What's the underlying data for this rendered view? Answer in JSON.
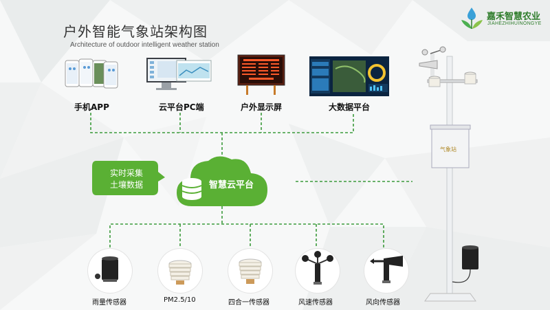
{
  "header": {
    "title_zh": "户外智能气象站架构图",
    "title_en": "Architecture of outdoor intelligent weather station"
  },
  "brand": {
    "name_zh": "嘉禾智慧农业",
    "name_en": "JIAHEZHIHUINONGYE",
    "color": "#2f7d2c"
  },
  "terminals": [
    {
      "label": "手机APP",
      "icon": "mobile-app-icon"
    },
    {
      "label": "云平台PC端",
      "icon": "pc-monitor-icon"
    },
    {
      "label": "户外显示屏",
      "icon": "led-display-icon"
    },
    {
      "label": "大数据平台",
      "icon": "dashboard-icon"
    }
  ],
  "bubble": {
    "line1": "实时采集",
    "line2": "土壤数据"
  },
  "cloud": {
    "label": "智慧云平台",
    "color": "#5ab034"
  },
  "sensors": [
    {
      "label": "雨量传感器",
      "icon": "rain-gauge-icon"
    },
    {
      "label": "PM2.5/10",
      "icon": "pm-sensor-icon"
    },
    {
      "label": "四合一传感器",
      "icon": "four-in-one-sensor-icon"
    },
    {
      "label": "风速传感器",
      "icon": "anemometer-icon"
    },
    {
      "label": "风向传感器",
      "icon": "wind-vane-icon"
    }
  ],
  "station": {
    "box_text": "气象站"
  },
  "line_color": "#3a9a3a"
}
